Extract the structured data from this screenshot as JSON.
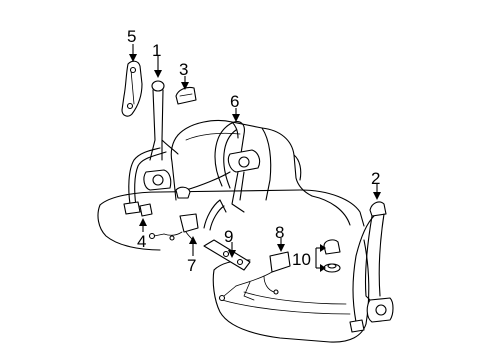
{
  "callouts": [
    {
      "id": "1",
      "label": "1"
    },
    {
      "id": "2",
      "label": "2"
    },
    {
      "id": "3",
      "label": "3"
    },
    {
      "id": "4",
      "label": "4"
    },
    {
      "id": "5",
      "label": "5"
    },
    {
      "id": "6",
      "label": "6"
    },
    {
      "id": "7",
      "label": "7"
    },
    {
      "id": "8",
      "label": "8"
    },
    {
      "id": "9",
      "label": "9"
    },
    {
      "id": "10",
      "label": "10"
    }
  ],
  "colors": {
    "line": "#000000",
    "background": "#ffffff"
  }
}
